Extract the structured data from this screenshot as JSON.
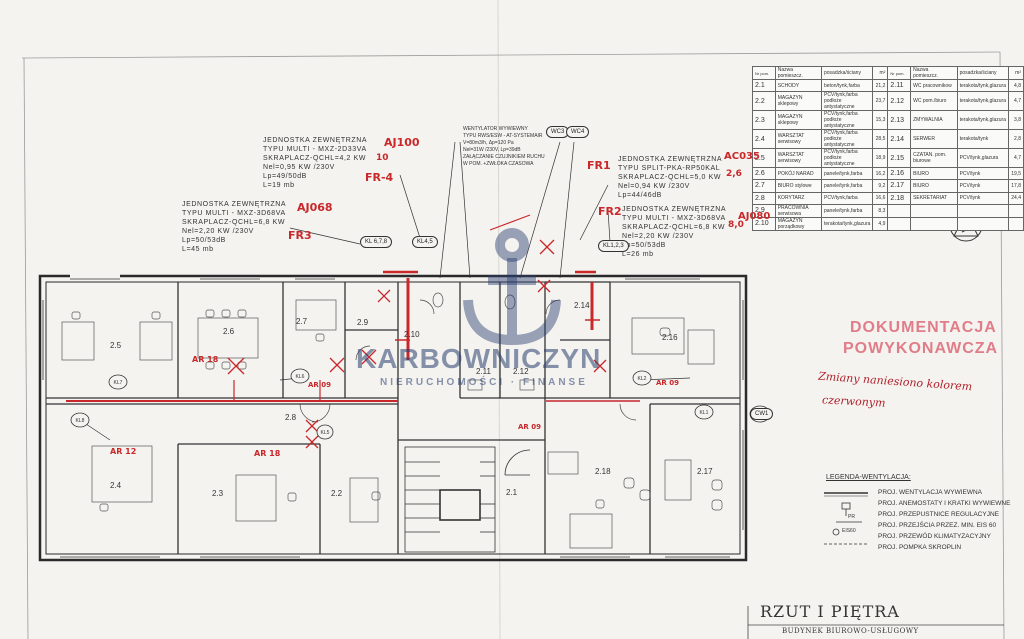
{
  "title": {
    "main": "RZUT I PIĘTRA",
    "building": "BUDYNEK BIUROWO-USŁUGOWY"
  },
  "stamp": {
    "line1": "DOKUMENTACJA",
    "line2": "POWYKONAWCZA"
  },
  "handwritten_note": {
    "line1": "Zmiany naniesiono kolorem",
    "line2": "czerwonym"
  },
  "watermark": {
    "name": "KARBOWNICZYN",
    "subtitle": "NIERUCHOMOŚCI · FINANSE"
  },
  "units": [
    {
      "lines": [
        "JEDNOSTKA ZEWNĘTRZNA",
        "TYPU MULTI - MXZ-2D33VA",
        "SKRAPLACZ-QCHL=4,2 KW",
        "Nel=0,95 KW /230V",
        "Lp=49/50dB",
        "L=19 mb"
      ],
      "red_model": "AJ100",
      "red_ref": "FR-4",
      "red_power": "10"
    },
    {
      "lines": [
        "JEDNOSTKA ZEWNĘTRZNA",
        "TYPU MULTI - MXZ-3D68VA",
        "SKRAPLACZ-QCHL=6,8 KW",
        "Nel=2,20 KW /230V",
        "Lp=50/53dB",
        "L=45 mb"
      ],
      "red_model": "AJ068",
      "red_ref": "FR3"
    },
    {
      "lines": [
        "JEDNOSTKA ZEWNĘTRZNA",
        "TYPU SPLIT-PKA-RP50KAL",
        "SKRAPLACZ-QCHL=5,0 KW",
        "Nel=0,94 KW /230V",
        "Lp=44/46dB"
      ],
      "red_model": "AC035",
      "red_ref": "FR1",
      "red_power": "2,6"
    },
    {
      "lines": [
        "JEDNOSTKA ZEWNĘTRZNA",
        "TYPU MULTI - MXZ-3D68VA",
        "SKRAPLACZ-QCHL=6,8 KW",
        "Nel=2,20 KW /230V",
        "Lp=50/53dB",
        "L=26 mb"
      ],
      "red_model": "AJ080",
      "red_ref": "FR2",
      "red_power": "8,0"
    }
  ],
  "ventilator": {
    "lines": [
      "WENTYLATOR WYWIEWNY",
      "TYPU RWS/ESW - AT-SYSTEMAIR",
      "V=80m3/h, Δp=120 Pa",
      "Nel=31W /230V, Lp=39dB",
      "ZAŁĄCZANIE CZUJNIKIEM RUCHU",
      "W POM. +ZWŁOKA CZASOWA"
    ],
    "wc3": "WC3",
    "wc4": "WC4"
  },
  "unit_tags": {
    "kl678": "KL 6,7,8",
    "kl45": "KL4,5",
    "kl123": "KL1,2,3",
    "cw1": "CW1"
  },
  "room_table": {
    "headers": [
      "Nr pom.",
      "Nazwa pomieszcz.",
      "posadzka/ściany",
      "m²",
      "Nr pom.",
      "Nazwa pomieszcz.",
      "posadzka/ściany",
      "m²"
    ],
    "rows": [
      [
        "2.1",
        "SCHODY",
        "beton/tynk,farba",
        "21,2",
        "2.11",
        "WC pracownikow",
        "terakota/tynk,glazura",
        "4,8"
      ],
      [
        "2.2",
        "MAGAZYN sklepowy",
        "PCV/tynk,farba podłoże antystatyczne",
        "23,7",
        "2.12",
        "WC pom./biuro",
        "terakota/tynk,glazura",
        "4,7"
      ],
      [
        "2.3",
        "MAGAZYN sklepowy",
        "PCV/tynk,farba podłoże antystatyczne",
        "15,3",
        "2.13",
        "ZMYWALNIA",
        "terakota/tynk,glazura",
        "3,8"
      ],
      [
        "2.4",
        "WARSZTAT serwisowy",
        "PCV/tynk,farba podłoże antystatyczne",
        "28,5",
        "2.14",
        "SERWER",
        "terakota/tynk",
        "2,8"
      ],
      [
        "2.5",
        "WARSZTAT serwisowy",
        "PCV/tynk,farba podłoże antystatyczne",
        "18,9",
        "2.15",
        "CZATAN. pom. biurowe",
        "PCV/tynk,glazura",
        "4,7"
      ],
      [
        "2.6",
        "POKÓJ NARAD",
        "panele/tynk,farba",
        "16,2",
        "2.16",
        "BIURO",
        "PCV/tynk",
        "19,5"
      ],
      [
        "2.7",
        "BIURO stylowe",
        "panele/tynk,farba",
        "9,2",
        "2.17",
        "BIURO",
        "PCV/tynk",
        "17,8"
      ],
      [
        "2.8",
        "KORYTARZ",
        "PCV/tynk,farba",
        "16,6",
        "2.18",
        "SEKRETARIAT",
        "PCV/tynk",
        "24,4"
      ],
      [
        "2.9",
        "PRACOWNIA serwisowa",
        "panele/tynk,farba",
        "8,3",
        "",
        "",
        "",
        ""
      ],
      [
        "2.10",
        "MAGAZYN porządkowy",
        "terakota/tynk,glazura",
        "4,9",
        "",
        "",
        "",
        ""
      ]
    ]
  },
  "rooms": {
    "r21": "2.1",
    "r22": "2.2",
    "r23": "2.3",
    "r24": "2.4",
    "r25": "2.5",
    "r26": "2.6",
    "r27": "2.7",
    "r28": "2.8",
    "r29": "2.9",
    "r210": "2.10",
    "r211": "2.11",
    "r212": "2.12",
    "r214": "2.14",
    "r216": "2.16",
    "r217": "2.17",
    "r218": "2.18"
  },
  "red_annotations": {
    "ar18a": "AR 18",
    "ar18b": "AR 18",
    "ar12": "AR 12",
    "ar09a": "AR 09",
    "ar09b": "AR 09",
    "ar09c": "AR 09"
  },
  "legend": {
    "title": "LEGENDA-WENTYLACJA:",
    "items": [
      "PROJ. WENTYLACJA WYWIEWNA",
      "PROJ. ANEMOSTATY I KRATKI WYWIEWNE",
      "PROJ. PRZEPUSTNICE REGULACYJNE",
      "PROJ. PRZEJŚCIA PRZEZ. MIN. EIS 60",
      "PROJ. PRZEWÓD KLIMATYZACYJNY",
      "PROJ. POMPKA SKROPLIN"
    ],
    "symbols": [
      "PR",
      "EIS60"
    ]
  },
  "colors": {
    "line": "#2a2a2a",
    "red": "#c8282a",
    "stamp": "#e07d88",
    "watermark": "#2c3c6e"
  }
}
